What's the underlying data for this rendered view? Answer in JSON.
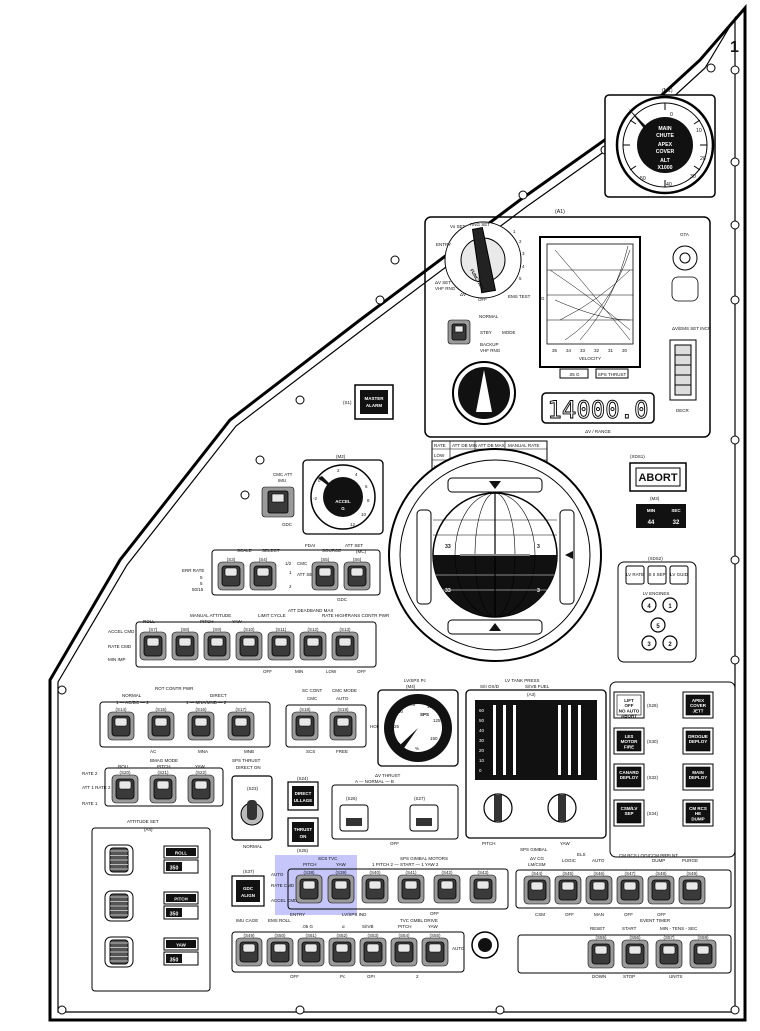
{
  "panel_number": "1",
  "m1": {
    "id": "(M1)",
    "face_lines": [
      "MAIN",
      "CHUTE",
      "APEX",
      "COVER",
      "ALT",
      "X1000"
    ],
    "ticks": [
      "0",
      "10",
      "20",
      "30",
      "40",
      "50"
    ]
  },
  "a1": {
    "id": "(A1)",
    "function_labels": [
      "Vo SET",
      "RNG SET",
      "ENTRY",
      "ΔV SET",
      "VHF RNG",
      "ΔV",
      "OFF",
      "EMS TEST",
      "FUNCTION"
    ],
    "test_labels": [
      "1",
      "2",
      "3",
      "4",
      "5"
    ],
    "mode_labels": [
      "NORMAL",
      "STBY",
      "BACKUP",
      "VHF RNG",
      "MODE"
    ],
    "plotter_label": "VELOCITY",
    "velocity_ticks": [
      "35",
      "34",
      "33",
      "32",
      "31",
      "30"
    ],
    "g_label": "G",
    "lamp_05g": ".05 G",
    "lamp_sps": "SPS THRUST",
    "dv_readout": "14000.0",
    "dv_label": "ΔV / RANGE",
    "gta_label": "GTA",
    "ems_incr_label": "ΔV/EMS SET INCR",
    "decr_label": "DECR"
  },
  "master_alarm": {
    "id": "(S1)",
    "line1": "MASTER",
    "line2": "ALARM"
  },
  "m2": {
    "id": "(M2)",
    "line1": "ACCEL",
    "line2": "G",
    "ticks": [
      "-2",
      "0",
      "2",
      "4",
      "6",
      "8",
      "10",
      "12"
    ]
  },
  "cmc_att": {
    "label": "CMC ATT",
    "sub": "IMU",
    "id": "(S2)",
    "off_label": "GDC"
  },
  "fdai": {
    "title": "FDAI",
    "scale_label": "SCALE",
    "select_label": "SELECT",
    "source_label": "SOURCE",
    "att_set_label": "ATT SET",
    "att_set_sub": "(MC)",
    "err_rate_label": "ERR RATE",
    "scale_rows": [
      "5",
      "5",
      "50/15"
    ],
    "select_rows": [
      "1/2",
      "1",
      "2"
    ],
    "source_rows": [
      "CMC",
      "ATT SET",
      "GDC"
    ],
    "ids": [
      "(S3)",
      "(S4)",
      "(S5)",
      "(S6)"
    ]
  },
  "adi": {
    "id": "(A7)",
    "rate_table": {
      "header": [
        "RATE",
        "ATT DB MIN",
        "ATT DB MAX",
        "MANUAL RATE"
      ],
      "rows": [
        "LOW",
        "HIGH"
      ]
    },
    "ball_numbers": [
      "33",
      "3",
      "33",
      "3"
    ]
  },
  "abort": {
    "label": "ABORT",
    "id": "(XDS1)"
  },
  "timer_m3": {
    "id": "(M3)",
    "min_label": "MIN",
    "sec_label": "SEC",
    "min_value": "44",
    "sec_value": "32"
  },
  "lv_engines": {
    "id": "(XDS2)",
    "top_lamps": [
      "LV RATE",
      "S II SEP",
      "LV GUID"
    ],
    "label": "LV ENGINES",
    "numbers": [
      "4",
      "1",
      "5",
      "3",
      "2"
    ]
  },
  "manual_att": {
    "title": "MANUAL ATTITUDE",
    "cols": [
      "ROLL",
      "PITCH",
      "YAW"
    ],
    "ids": [
      "(S7)",
      "(S8)",
      "(S9)",
      "(S10)",
      "(S11)",
      "(S12)",
      "(S13)"
    ],
    "limit_cycle": "LIMIT CYCLE",
    "att_deadband": "ATT DEADBAND MAX",
    "rate": "RATE HIGH",
    "trans_contr": "TRANS CONTR PWR",
    "left": [
      "ACCEL CMD",
      "RATE CMD",
      "MIN IMP"
    ],
    "bottom": [
      "OFF",
      "MIN",
      "LOW",
      "OFF"
    ]
  },
  "rot_contr": {
    "title": "ROT CONTR PWR",
    "normal": "NORMAL",
    "direct": "DIRECT",
    "ac_dc": "1 — AC/DC — 2",
    "mna_mnb": "1 — MNA/MNB — 2",
    "ids": [
      "(S14)",
      "(S15)",
      "(S16)",
      "(S17)"
    ],
    "bottom": [
      "AC",
      "MNA",
      "MNB"
    ]
  },
  "sc_cont": {
    "sc_cont": "SC CONT",
    "cmc_mode": "CMC MODE",
    "cmc": "CMC",
    "auto": "AUTO",
    "hold": "HOLD",
    "ids": [
      "(S18)",
      "(S19)"
    ],
    "bottom": [
      "SCS",
      "FREE"
    ]
  },
  "m4": {
    "id": "(M4)",
    "title": "LV/SPS Pc",
    "ticks": [
      "0",
      "25",
      "50",
      "75",
      "100",
      "125",
      "150"
    ],
    "unit": "SPS",
    "alpha": "%"
  },
  "a3": {
    "id": "(A3)",
    "title": "LV TANK PRESS",
    "sub_left": "S/II OX/D",
    "sub_right": "S/IVB FUEL",
    "scale": [
      "60",
      "50",
      "40",
      "30",
      "20",
      "10",
      "0"
    ],
    "gimbal_label": "SPS GIMBAL",
    "pitch": "PITCH",
    "yaw": "YAW"
  },
  "lamps_right": {
    "ids": [
      "(S28)",
      "(S29)",
      "(S30)",
      "(S31)",
      "(S32)",
      "(S33)",
      "(S34)",
      "(S35)",
      "(S36)"
    ],
    "lift_off": [
      "LIFT",
      "OFF"
    ],
    "no_auto_abort": [
      "NO AUTO",
      "ABORT"
    ],
    "apex_cover": [
      "APEX",
      "COVER",
      "JETT"
    ],
    "les_motor": [
      "LES",
      "MOTOR",
      "FIRE"
    ],
    "drogue": [
      "DROGUE",
      "DEPLOY"
    ],
    "canard": [
      "CANARD",
      "DEPLOY"
    ],
    "main_deploy": [
      "MAIN",
      "DEPLOY"
    ],
    "csm_lv": [
      "CSM/LV",
      "SEP"
    ],
    "cm_rcs": [
      "CM RCS",
      "HE",
      "DUMP"
    ]
  },
  "bmag": {
    "title": "BMAG MODE",
    "cols": [
      "ROLL",
      "PITCH",
      "YAW"
    ],
    "ids": [
      "(S20)",
      "(S21)",
      "(S22)"
    ],
    "rows": [
      "RATE 2",
      "ATT 1 RATE 2",
      "RATE 1"
    ]
  },
  "sps_direct": {
    "label1": "SPS THRUST",
    "label2": "DIRECT ON",
    "id": "(S23)",
    "bottom": "NORMAL"
  },
  "direct_ullage": {
    "id": "(S24)",
    "line1": "DIRECT",
    "line2": "ULLAGE"
  },
  "thrust_on": {
    "id": "(S25)",
    "line1": "THRUST",
    "line2": "ON"
  },
  "dv_thrust": {
    "title": "ΔV THRUST",
    "sub": "A — NORMAL — B",
    "ids": [
      "(S26)",
      "(S27)"
    ],
    "off": "OFF"
  },
  "attitude_set": {
    "title": "ATTITUDE SET",
    "id": "(A4)",
    "rows": [
      {
        "name": "ROLL",
        "value": "350"
      },
      {
        "name": "PITCH",
        "value": "350"
      },
      {
        "name": "YAW",
        "value": "350"
      }
    ]
  },
  "gdc_align": {
    "id": "(S37)",
    "line1": "GDC",
    "line2": "ALIGN"
  },
  "scs_tvc": {
    "title": "SCS TVC",
    "pitch": "PITCH",
    "yaw": "YAW",
    "left": [
      "AUTO",
      "RATE CMD",
      "ACCEL CMD"
    ],
    "ids": [
      "(S38)",
      "(S39)"
    ]
  },
  "sps_gimbal": {
    "title": "SPS GIMBAL MOTORS",
    "sub": "1  PITCH  2 — START — 1  YAW  2",
    "ids": [
      "(S40)",
      "(S41)",
      "(S42)",
      "(S43)"
    ],
    "off": "OFF"
  },
  "dv_cg": {
    "title": "ΔV CG",
    "sub": "LM/CSM",
    "els": "ELS",
    "logic": "LOGIC",
    "auto": "AUTO",
    "cm_rcs": "CM RCS LOGIC",
    "cm_prplnt": "CM PRPLNT",
    "dump": "DUMP",
    "purge": "PURGE",
    "ids": [
      "(S44)",
      "(S45)",
      "(S46)",
      "(S47)",
      "(S48)",
      "(S49)"
    ],
    "bottom": [
      "CSM",
      "OFF",
      "MAN",
      "OFF",
      "OFF"
    ]
  },
  "bottom_row": {
    "imu_cage": "IMU CAGE",
    "ids": [
      "(S49)",
      "(S50)",
      "(S51)",
      "(S52)",
      "(S53)",
      "(S54)",
      "(S55)"
    ],
    "entry": "ENTRY",
    "ems_roll": "EMS ROLL",
    "g05": ".05 G",
    "lvsps_ind": "LV/SPS IND",
    "alpha": "α",
    "sivb": "S/IVB",
    "tvc_gmbl": "TVC GMBL DRIVE",
    "pitch": "PITCH",
    "yaw": "YAW",
    "auto": "AUTO",
    "bottom": [
      "OFF",
      "Pc",
      "GPI",
      "2"
    ]
  },
  "event_timer": {
    "title": "EVENT TIMER",
    "reset": "RESET",
    "start": "START",
    "min_tens_sec": "MIN - TENS - SEC",
    "ids": [
      "(S55)",
      "(S56)",
      "(S57)",
      "(S58)"
    ],
    "bottom": [
      "DOWN",
      "STOP",
      "UNITS"
    ]
  }
}
